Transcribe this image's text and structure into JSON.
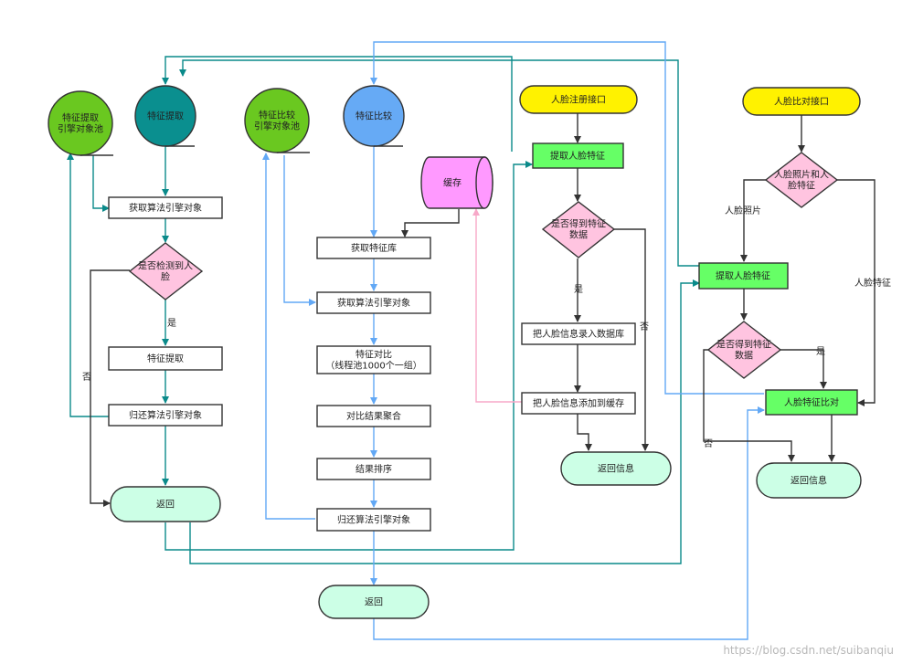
{
  "nodes": {
    "feature_pool": "特征提取\n引擎对象池",
    "feature_extract_circle": "特征提取",
    "compare_pool": "特征比较\n引擎对象池",
    "compare_circle": "特征比较",
    "cache": "缓存",
    "register_api": "人脸注册接口",
    "compare_api": "人脸比对接口",
    "get_engine_1": "获取算法引擎对象",
    "detect_face": "是否检测到人\n脸",
    "extract": "特征提取",
    "return_engine_1": "归还算法引擎对象",
    "return_1": "返回",
    "get_feature_lib": "获取特征库",
    "get_engine_2": "获取算法引擎对象",
    "feature_compare": "特征对比\n（线程池1000个一组）",
    "aggregate": "对比结果聚合",
    "sort": "结果排序",
    "return_engine_2": "归还算法引擎对象",
    "return_2": "返回",
    "reg_extract": "提取人脸特征",
    "reg_got_feature": "是否得到特征\n数据",
    "insert_db": "把人脸信息录入数据库",
    "add_cache": "把人脸信息添加到缓存",
    "reg_return": "返回信息",
    "photo_or_feature": "人脸照片和人\n脸特征",
    "cmp_extract": "提取人脸特征",
    "cmp_got_feature": "是否得到特征\n数据",
    "cmp_compare": "人脸特征比对",
    "cmp_return": "返回信息"
  },
  "edge_labels": {
    "yes_1": "是",
    "no_1": "否",
    "yes_2": "是",
    "no_2": "否",
    "photo": "人脸照片",
    "feature": "人脸特征",
    "yes_3": "是",
    "no_3": "否"
  },
  "watermark": "https://blog.csdn.net/suibanqiu",
  "colors": {
    "teal": "#0a8a8a",
    "blue": "#62a8f5",
    "pink": "#f7a8c8",
    "dark": "#333333",
    "green_circle": "#6ac820",
    "teal_circle": "#0a8f8f",
    "blue_circle": "#66aaf5",
    "yellow": "#fff200",
    "green_box": "#66ff66",
    "pink_diamond": "#ffc4e0",
    "mint": "#ccffe6",
    "magenta": "#ff99ff"
  }
}
